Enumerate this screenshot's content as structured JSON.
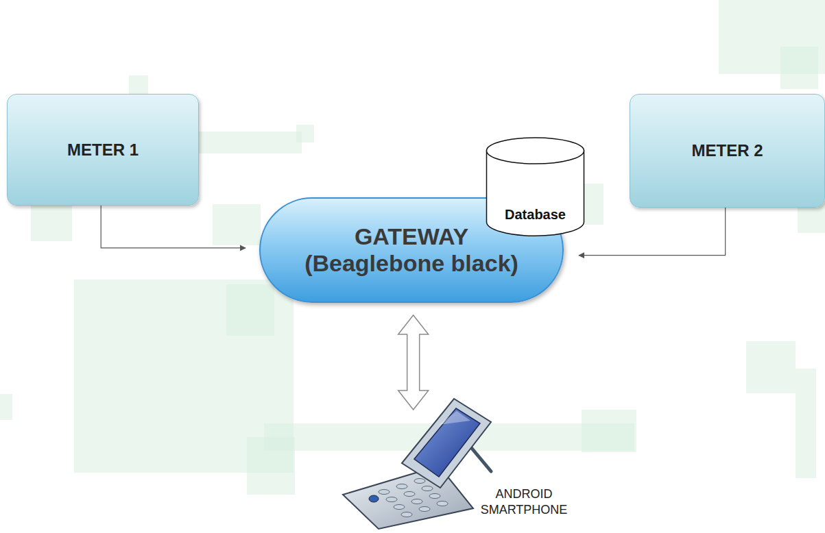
{
  "diagram": {
    "nodes": [
      {
        "text": [
          "METER 1"
        ]
      },
      {
        "text": [
          "GATEWAY (Beaglebone black)"
        ]
      },
      {
        "text": [
          "Database"
        ]
      },
      {
        "text": [
          "METER 2"
        ]
      },
      {
        "text": [
          "ANDROID SMARTPHONE"
        ]
      }
    ],
    "edges": [
      {
        "from": 0,
        "to": 1,
        "arrow": "to"
      },
      {
        "from": 3,
        "to": 1,
        "arrow": "to"
      },
      {
        "from": 1,
        "to": 4,
        "arrow": "both"
      }
    ]
  }
}
